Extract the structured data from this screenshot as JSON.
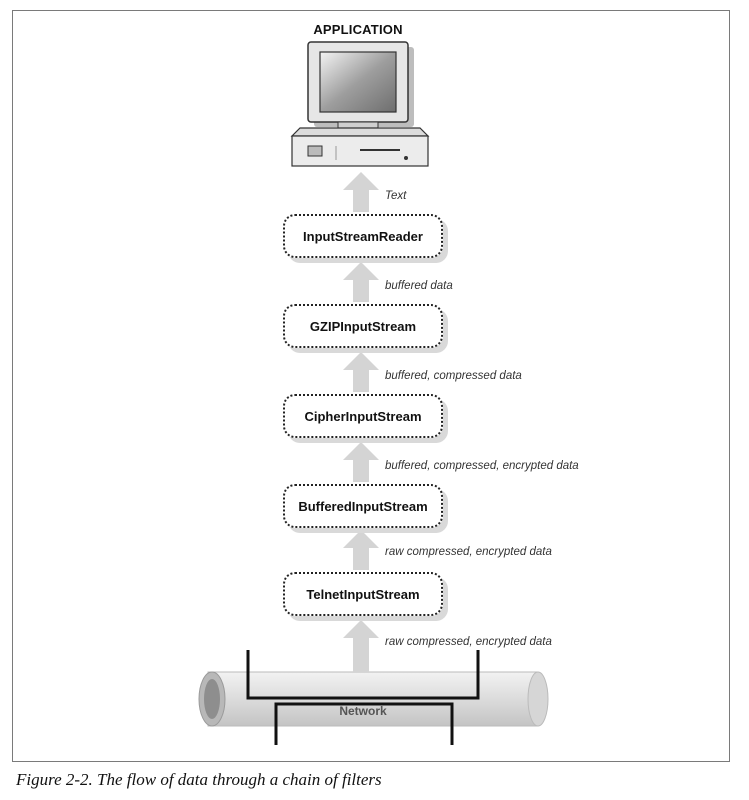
{
  "diagram": {
    "title": "APPLICATION",
    "nodes": [
      {
        "id": "isr",
        "label": "InputStreamReader"
      },
      {
        "id": "gzip",
        "label": "GZIPInputStream"
      },
      {
        "id": "cipher",
        "label": "CipherInputStream"
      },
      {
        "id": "buffered",
        "label": "BufferedInputStream"
      },
      {
        "id": "telnet",
        "label": "TelnetInputStream"
      }
    ],
    "edges": [
      {
        "from": "isr",
        "to": "application",
        "label": "Text"
      },
      {
        "from": "gzip",
        "to": "isr",
        "label": "buffered data"
      },
      {
        "from": "cipher",
        "to": "gzip",
        "label": "buffered, compressed data"
      },
      {
        "from": "buffered",
        "to": "cipher",
        "label": "buffered, compressed, encrypted data"
      },
      {
        "from": "telnet",
        "to": "buffered",
        "label": "raw compressed, encrypted data"
      },
      {
        "from": "network",
        "to": "telnet",
        "label": "raw compressed, encrypted data"
      }
    ],
    "network_label": "Network"
  },
  "caption": "Figure 2-2. The flow of data through a chain of filters",
  "colors": {
    "arrow": "#d4d4d4",
    "border": "#222222",
    "shadow": "#d9d9d9"
  },
  "icons": {
    "application": "computer-icon",
    "network": "network-pipe-icon"
  }
}
